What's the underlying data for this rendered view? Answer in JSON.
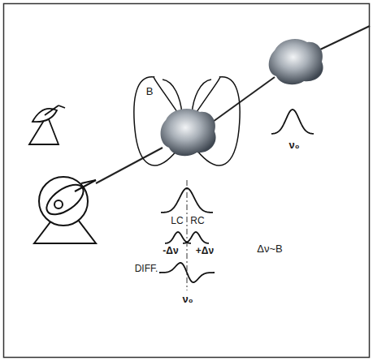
{
  "diagram": {
    "labels": [
      "B",
      "ν₀",
      "LC",
      "RC",
      "-Δν",
      "+Δν",
      "DIFF.",
      "ν₀",
      "Δν~B"
    ]
  }
}
